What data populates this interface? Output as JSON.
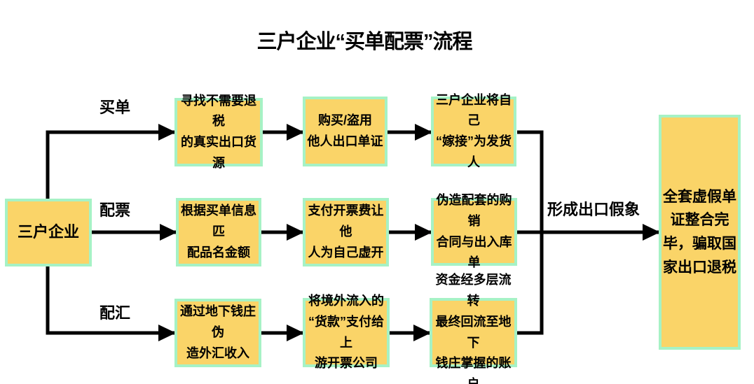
{
  "title": "三户企业“买单配票”流程",
  "start": {
    "label": "三户企业"
  },
  "branches": [
    {
      "arrow_label": "买单",
      "steps": [
        "寻找不需要退税\n的真实出口货源",
        "购买/盗用\n他人出口单证",
        "三户企业将自己\n“嫁接”为发货人"
      ]
    },
    {
      "arrow_label": "配票",
      "steps": [
        "根据买单信息匹\n配品名金额",
        "支付开票费让他\n人为自己虚开",
        "伪造配套的购销\n合同与出入库单"
      ]
    },
    {
      "arrow_label": "配汇",
      "steps": [
        "通过地下钱庄伪\n造外汇收入",
        "将境外流入的\n“货款”支付给上\n游开票公司",
        "资金经多层流转\n最终回流至地下\n钱庄掌握的账户"
      ]
    }
  ],
  "merge_label": "形成出口假象",
  "result": {
    "label": "全套虚假单\n证整合完\n毕，骗取国\n家出口退税"
  },
  "colors": {
    "node_fill": "#FAD468",
    "node_border": "#A6F2C5",
    "line_color": "#000000"
  }
}
